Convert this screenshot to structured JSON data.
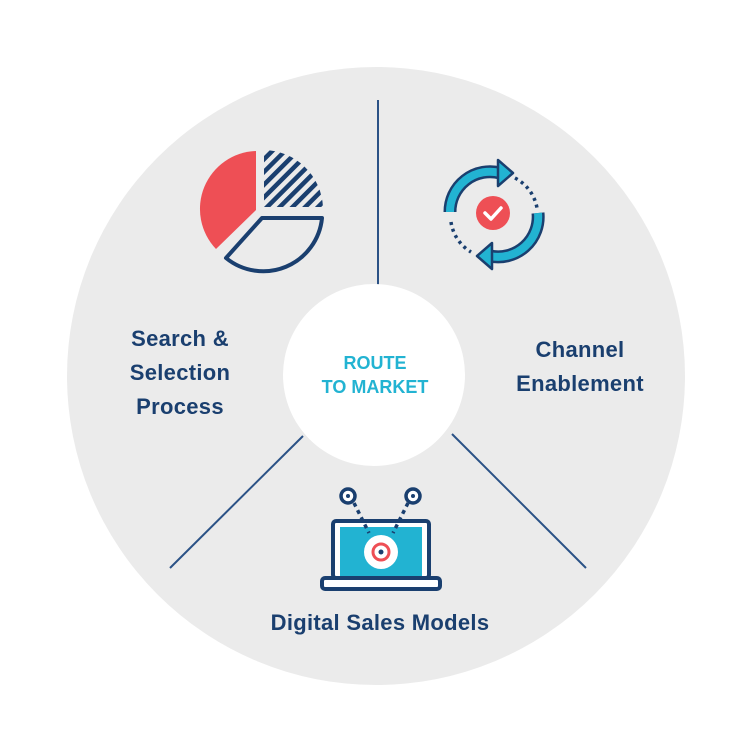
{
  "diagram": {
    "center": {
      "lines": [
        "ROUTE",
        "TO MARKET"
      ]
    },
    "segments": [
      {
        "id": "search-selection",
        "lines": [
          "Search &",
          "Selection",
          "Process"
        ],
        "icon": "pie-chart-icon"
      },
      {
        "id": "channel-enablement",
        "lines": [
          "Channel",
          "Enablement"
        ],
        "icon": "refresh-check-icon"
      },
      {
        "id": "digital-sales-models",
        "lines": [
          "Digital Sales Models"
        ],
        "icon": "laptop-target-icon"
      }
    ],
    "colors": {
      "outer_circle": "#ebebeb",
      "inner_circle": "#ffffff",
      "navy": "#1a3f6f",
      "cyan": "#22b3d2",
      "red": "#ee4f55",
      "divider": "#2b5286"
    }
  }
}
